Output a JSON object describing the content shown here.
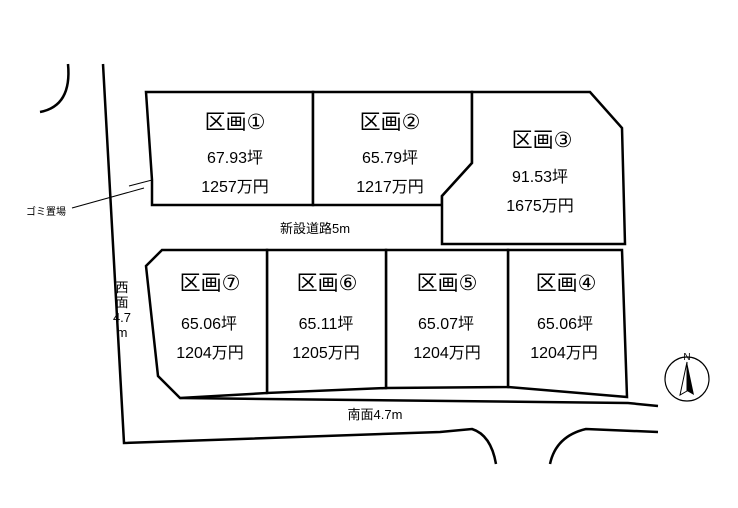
{
  "lots": [
    {
      "name": "区画①",
      "area": "67.93坪",
      "price": "1257万円"
    },
    {
      "name": "区画②",
      "area": "65.79坪",
      "price": "1217万円"
    },
    {
      "name": "区画③",
      "area": "91.53坪",
      "price": "1675万円"
    },
    {
      "name": "区画④",
      "area": "65.06坪",
      "price": "1204万円"
    },
    {
      "name": "区画⑤",
      "area": "65.07坪",
      "price": "1204万円"
    },
    {
      "name": "区画⑥",
      "area": "65.11坪",
      "price": "1205万円"
    },
    {
      "name": "区画⑦",
      "area": "65.06坪",
      "price": "1204万円"
    }
  ],
  "roads": {
    "new_road": "新設道路5m",
    "south": "南面4.7m",
    "west_chars": [
      "西",
      "面",
      "4.7",
      "m"
    ]
  },
  "labels": {
    "garbage": "ゴミ置場",
    "north": "N"
  }
}
